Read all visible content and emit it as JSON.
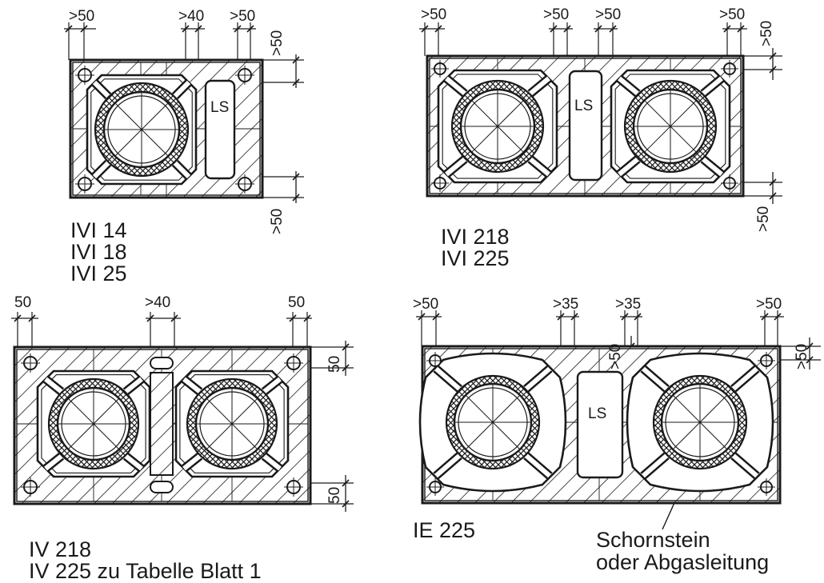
{
  "colors": {
    "ink": "#1a1a1a",
    "paper": "#ffffff"
  },
  "panels": {
    "top_left": {
      "dims_top": [
        ">50",
        ">40",
        ">50"
      ],
      "dim_side_top": ">50",
      "dim_side_bottom": ">50",
      "ls": "LS",
      "captions": [
        "IVI 14",
        "IVI 18",
        "IVI 25"
      ]
    },
    "top_right": {
      "dims_top": [
        ">50",
        ">50",
        ">50",
        ">50"
      ],
      "dim_side_top": ">50",
      "dim_side_bottom": ">50",
      "ls": "LS",
      "captions": [
        "IVI 218",
        "IVI 225"
      ]
    },
    "bottom_left": {
      "dims_top": [
        "50",
        ">40",
        "50"
      ],
      "dim_side_top": "50",
      "dim_side_bottom": "50",
      "captions": [
        "IV 218",
        "IV 225 zu Tabelle Blatt 1"
      ]
    },
    "bottom_right": {
      "dims_top": [
        ">50",
        ">35",
        ">35",
        ">50"
      ],
      "dim_inner": ">50",
      "dim_side_top": ">50",
      "ls": "LS",
      "captions": [
        "IE 225"
      ],
      "callout": [
        "Schornstein",
        "oder Abgasleitung"
      ]
    }
  }
}
